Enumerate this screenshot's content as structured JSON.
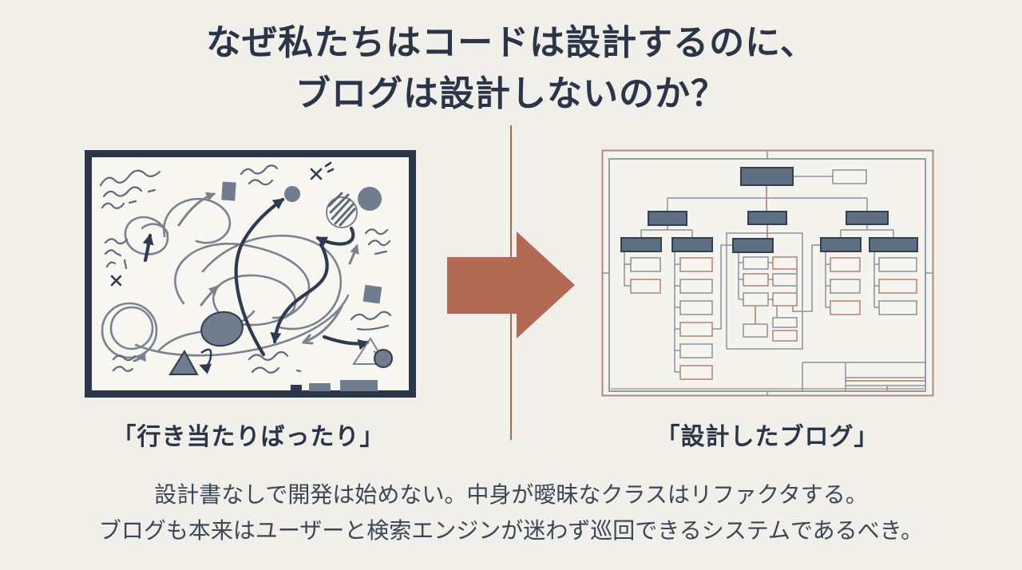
{
  "slide": {
    "title": {
      "line1": "なぜ私たちはコードは設計するのに、",
      "line2": "ブログは設計しないのか？"
    },
    "left_caption": "「行き当たりばったり」",
    "right_caption": "「設計したブログ」",
    "footer": {
      "line1": "設計書なしで開発は始めない。中身が曖昧なクラスはリファクタする。",
      "line2": "ブログも本来はユーザーと検索エンジンが迷わず巡回できるシステムであるべき。"
    },
    "figures": {
      "left": "messy-sketch-whiteboard",
      "right": "sitemap-blueprint-drawing"
    },
    "colors": {
      "background": "#f1efe9",
      "text_navy": "#2b3548",
      "footer_text": "#3b4656",
      "accent_terracotta": "#b26a55",
      "divider": "#a96a52",
      "blueprint_frame": "#b18b7d",
      "blueprint_line_gray": "#8a929e",
      "blueprint_box_fill": "#5e6f81",
      "sketch_ink_dark": "#2e3a4f",
      "sketch_ink_gray": "#79828f"
    }
  }
}
